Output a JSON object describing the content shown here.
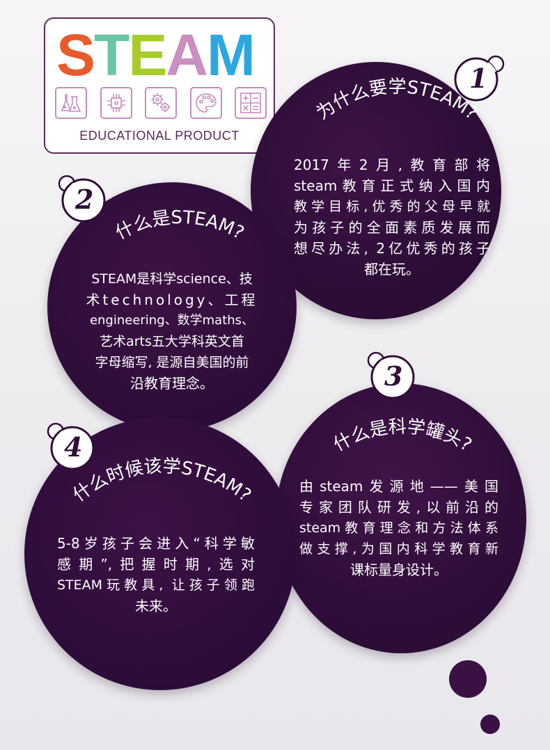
{
  "logo": {
    "letters": [
      {
        "char": "S",
        "color": "#e85b2a"
      },
      {
        "char": "T",
        "color": "#6cc4a7"
      },
      {
        "char": "E",
        "color": "#a7cc2c"
      },
      {
        "char": "A",
        "color": "#c98fc1"
      },
      {
        "char": "M",
        "color": "#2da7e0"
      }
    ],
    "tagline": "EDUCATIONAL PRODUCT",
    "icons": [
      "science-flask-icon",
      "circuit-board-icon",
      "gears-icon",
      "palette-icon",
      "math-symbols-icon"
    ],
    "border_color": "#5c2a57",
    "icon_color": "#c78cc0"
  },
  "sections": [
    {
      "number": "1",
      "title": "为什么要学STEAM?",
      "lines": [
        "2017年2月,教育部将",
        "steam教育正式纳入国内",
        "教学目标,优秀的父母早就",
        "为孩子的全面素质发展而",
        "想尽办法, 2亿优秀的孩子",
        "都在玩。"
      ]
    },
    {
      "number": "2",
      "title": "什么是STEAM?",
      "lines": [
        "STEAM是科学science、技",
        "术technology、工程",
        "engineering、数学maths、",
        "艺术arts五大学科英文首",
        "字母缩写, 是源自美国的前",
        "沿教育理念。"
      ]
    },
    {
      "number": "3",
      "title": "什么是科学罐头?",
      "lines": [
        "由steam发源地——美国",
        "专家团队研发,以前沿的",
        "steam教育理念和方法体系",
        "做支撑,为国内科学教育新",
        "课标量身设计。"
      ]
    },
    {
      "number": "4",
      "title": "什么时候该学STEAM?",
      "lines": [
        "5-8岁孩子会进入“科学敏",
        "感期”,把握时期,选对",
        "STEAM玩教具, 让孩子领跑",
        "未来。"
      ]
    }
  ],
  "colors": {
    "circle": "#2f0e38",
    "text": "#ffffff",
    "background": "#efeef1"
  }
}
